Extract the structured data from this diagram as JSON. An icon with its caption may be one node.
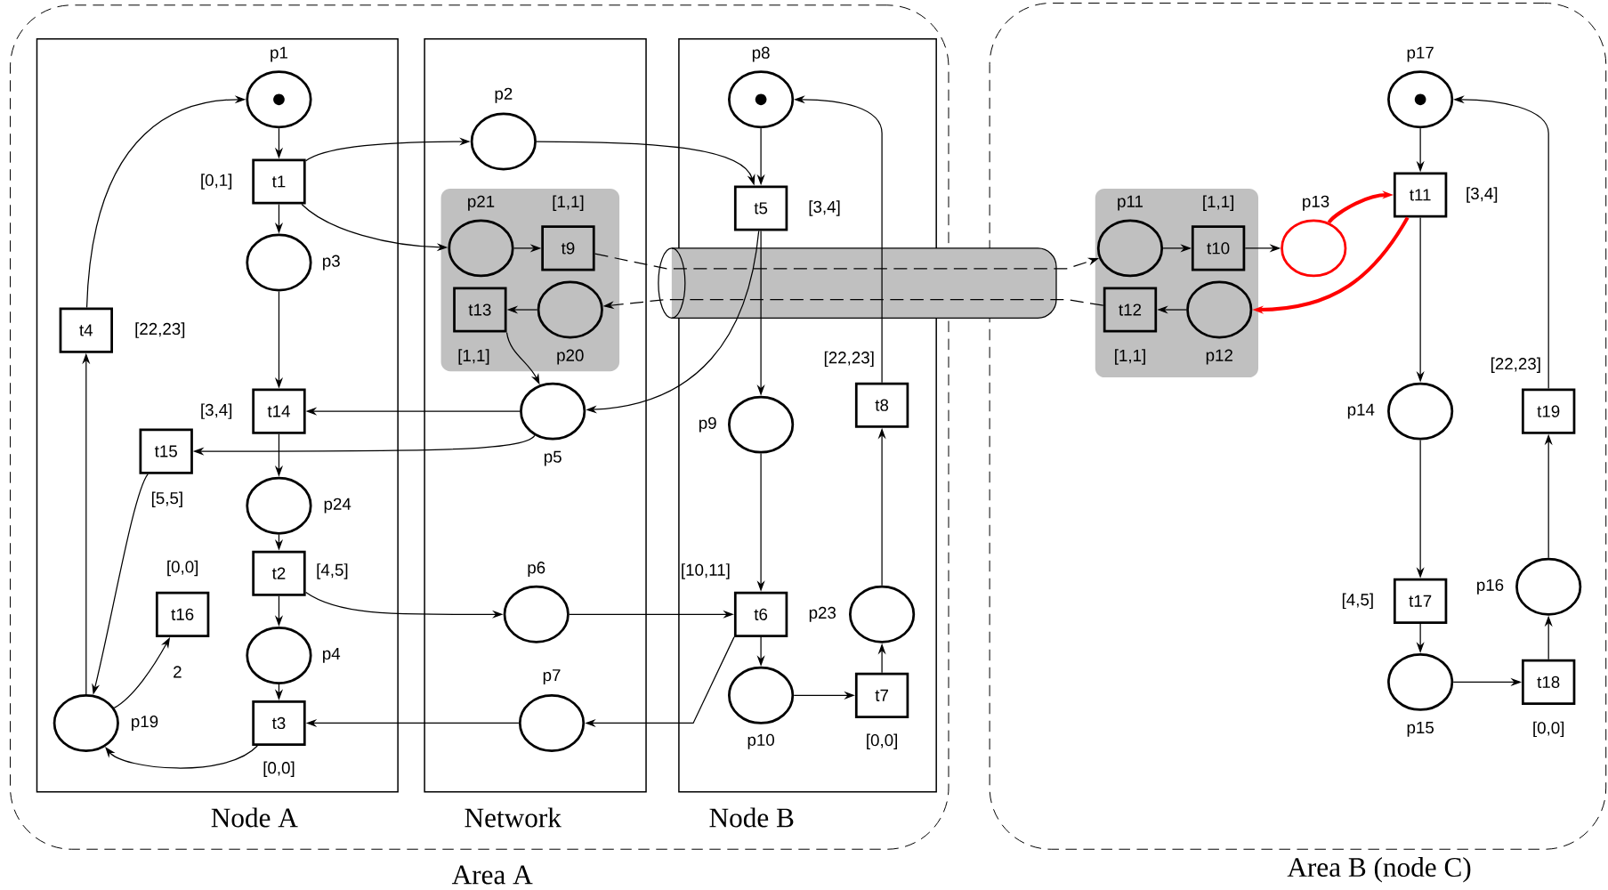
{
  "diagram": {
    "nodes": [
      {
        "text": [
          "Area A"
        ]
      },
      {
        "text": [
          "Node A"
        ],
        "in": 0
      },
      {
        "text": [
          "Network"
        ],
        "in": 0
      },
      {
        "text": [
          "Node B"
        ],
        "in": 0
      },
      {
        "text": [
          "Area B (node C)"
        ]
      },
      {
        "text": [],
        "shape": "box",
        "in": 2
      },
      {
        "text": [],
        "shape": "box",
        "in": 4
      },
      {
        "text": [
          "p1"
        ],
        "in": 1
      },
      {
        "text": [
          "t1"
        ],
        "beside": [
          "[0,1]"
        ],
        "in": 1
      },
      {
        "text": [
          "p3"
        ],
        "in": 1
      },
      {
        "text": [
          "t4"
        ],
        "beside": [
          "[22,23]"
        ],
        "in": 1
      },
      {
        "text": [
          "t14"
        ],
        "beside": [
          "[3,4]"
        ],
        "in": 1
      },
      {
        "text": [
          "t15"
        ],
        "beside": [
          "[5,5]"
        ],
        "in": 1
      },
      {
        "text": [
          "p24"
        ],
        "in": 1
      },
      {
        "text": [
          "t2"
        ],
        "beside": [
          "[4,5]"
        ],
        "in": 1
      },
      {
        "text": [
          "t16"
        ],
        "beside": [
          "[0,0]"
        ],
        "in": 1
      },
      {
        "text": [
          "p4"
        ],
        "in": 1
      },
      {
        "text": [
          "p19"
        ],
        "in": 1
      },
      {
        "text": [
          "t3"
        ],
        "beside": [
          "[0,0]"
        ],
        "in": 1
      },
      {
        "text": [
          "p2"
        ],
        "in": 2
      },
      {
        "text": [
          "p21"
        ],
        "in": 5
      },
      {
        "text": [
          "t9"
        ],
        "beside": [
          "[1,1]"
        ],
        "in": 5
      },
      {
        "text": [
          "t13"
        ],
        "beside": [
          "[1,1]"
        ],
        "in": 5
      },
      {
        "text": [
          "p20"
        ],
        "in": 5
      },
      {
        "text": [
          "p5"
        ],
        "in": 2
      },
      {
        "text": [
          "p6"
        ],
        "in": 2
      },
      {
        "text": [
          "p7"
        ],
        "in": 2
      },
      {
        "text": [
          "p8"
        ],
        "in": 3
      },
      {
        "text": [
          "t5"
        ],
        "beside": [
          "[3,4]"
        ],
        "in": 3
      },
      {
        "text": [
          "p9"
        ],
        "in": 3
      },
      {
        "text": [
          "t8"
        ],
        "beside": [
          "[22,23]"
        ],
        "in": 3
      },
      {
        "text": [
          "t6"
        ],
        "beside": [
          "[10,11]"
        ],
        "in": 3
      },
      {
        "text": [
          "p23"
        ],
        "in": 3
      },
      {
        "text": [
          "p10"
        ],
        "in": 3
      },
      {
        "text": [
          "t7"
        ],
        "beside": [
          "[0,0]"
        ],
        "in": 3
      },
      {
        "text": [
          "p11"
        ],
        "in": 6
      },
      {
        "text": [
          "t10"
        ],
        "beside": [
          "[1,1]"
        ],
        "in": 6
      },
      {
        "text": [
          "t12"
        ],
        "beside": [
          "[1,1]"
        ],
        "in": 6
      },
      {
        "text": [
          "p12"
        ],
        "in": 6
      },
      {
        "text": [
          "p13"
        ],
        "in": 4
      },
      {
        "text": [
          "p17"
        ],
        "in": 4
      },
      {
        "text": [
          "t11"
        ],
        "beside": [
          "[3,4]"
        ],
        "in": 4
      },
      {
        "text": [
          "p14"
        ],
        "in": 4
      },
      {
        "text": [
          "t19"
        ],
        "beside": [
          "[22,23]"
        ],
        "in": 4
      },
      {
        "text": [
          "t17"
        ],
        "beside": [
          "[4,5]"
        ],
        "in": 4
      },
      {
        "text": [
          "p16"
        ],
        "in": 4
      },
      {
        "text": [
          "p15"
        ],
        "in": 4
      },
      {
        "text": [
          "t18"
        ],
        "beside": [
          "[0,0]"
        ],
        "in": 4
      }
    ],
    "edges": [
      {
        "from": 7,
        "to": 8,
        "arrow": "to"
      },
      {
        "from": 8,
        "to": 9,
        "arrow": "to"
      },
      {
        "from": 8,
        "to": 19,
        "arrow": "to"
      },
      {
        "from": 8,
        "to": 20,
        "arrow": "to"
      },
      {
        "from": 19,
        "to": 28,
        "arrow": "to"
      },
      {
        "from": 9,
        "to": 11,
        "arrow": "to"
      },
      {
        "from": 24,
        "to": 11,
        "arrow": "to"
      },
      {
        "from": 24,
        "to": 12,
        "arrow": "to"
      },
      {
        "from": 22,
        "to": 24,
        "arrow": "to"
      },
      {
        "from": 28,
        "to": 24,
        "arrow": "to"
      },
      {
        "from": 11,
        "to": 13,
        "arrow": "to"
      },
      {
        "from": 13,
        "to": 14,
        "arrow": "to"
      },
      {
        "from": 14,
        "to": 16,
        "arrow": "to"
      },
      {
        "from": 14,
        "to": 25,
        "arrow": "to"
      },
      {
        "from": 16,
        "to": 18,
        "arrow": "to"
      },
      {
        "from": 18,
        "to": 17,
        "arrow": "to"
      },
      {
        "from": 26,
        "to": 18,
        "arrow": "to"
      },
      {
        "from": 12,
        "to": 17,
        "arrow": "to"
      },
      {
        "from": 17,
        "to": 15,
        "arrow": "to",
        "label": "2"
      },
      {
        "from": 17,
        "to": 10,
        "arrow": "to"
      },
      {
        "from": 10,
        "to": 7,
        "arrow": "to"
      },
      {
        "from": 20,
        "to": 21,
        "arrow": "to"
      },
      {
        "from": 23,
        "to": 22,
        "arrow": "to"
      },
      {
        "from": 21,
        "to": 35,
        "arrow": "to",
        "style": "dashed"
      },
      {
        "from": 37,
        "to": 23,
        "arrow": "to",
        "style": "dashed"
      },
      {
        "from": 27,
        "to": 28,
        "arrow": "to"
      },
      {
        "from": 28,
        "to": 29,
        "arrow": "to"
      },
      {
        "from": 29,
        "to": 31,
        "arrow": "to"
      },
      {
        "from": 25,
        "to": 31,
        "arrow": "to"
      },
      {
        "from": 31,
        "to": 33,
        "arrow": "to"
      },
      {
        "from": 31,
        "to": 26,
        "arrow": "to"
      },
      {
        "from": 33,
        "to": 34,
        "arrow": "to"
      },
      {
        "from": 34,
        "to": 32,
        "arrow": "to"
      },
      {
        "from": 32,
        "to": 30,
        "arrow": "to"
      },
      {
        "from": 30,
        "to": 27,
        "arrow": "to"
      },
      {
        "from": 35,
        "to": 36,
        "arrow": "to"
      },
      {
        "from": 36,
        "to": 39,
        "arrow": "to"
      },
      {
        "from": 39,
        "to": 41,
        "arrow": "to",
        "style": "thick",
        "color": "#ff0000"
      },
      {
        "from": 41,
        "to": 38,
        "arrow": "to",
        "style": "thick",
        "color": "#ff0000"
      },
      {
        "from": 38,
        "to": 37,
        "arrow": "to"
      },
      {
        "from": 40,
        "to": 41,
        "arrow": "to"
      },
      {
        "from": 41,
        "to": 42,
        "arrow": "to"
      },
      {
        "from": 42,
        "to": 44,
        "arrow": "to"
      },
      {
        "from": 44,
        "to": 46,
        "arrow": "to"
      },
      {
        "from": 46,
        "to": 47,
        "arrow": "to"
      },
      {
        "from": 47,
        "to": 45,
        "arrow": "to"
      },
      {
        "from": 45,
        "to": 43,
        "arrow": "to"
      },
      {
        "from": 43,
        "to": 40,
        "arrow": "to"
      }
    ]
  }
}
